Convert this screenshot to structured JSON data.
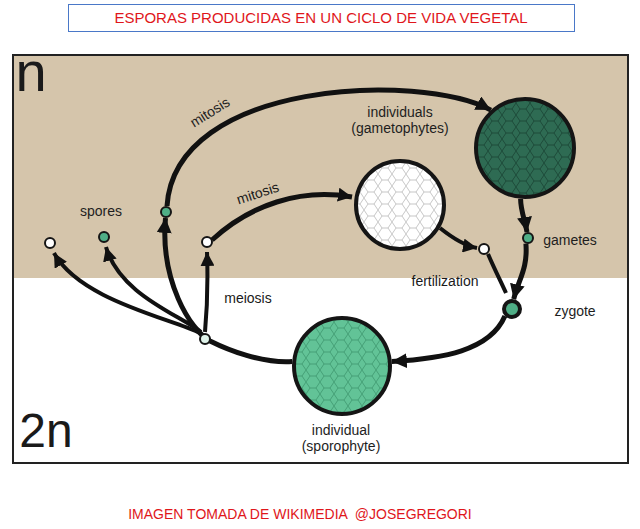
{
  "diagram": {
    "title": "ESPORAS PRODUCIDAS EN UN CICLO DE VIDA VEGETAL",
    "caption": "IMAGEN TOMADA DE WIKIMEDIA  @JOSEGREGORI",
    "nodes": [
      {
        "text": [
          "spores"
        ]
      },
      {
        "text": [
          "individuals (gametophytes)"
        ]
      },
      {
        "text": [
          "gametes"
        ]
      },
      {
        "text": [
          "zygote"
        ]
      },
      {
        "text": [
          "individual (sporophyte)"
        ]
      }
    ],
    "edges": [
      {
        "from": 0,
        "to": 1,
        "label": "mitosis",
        "arrow": "to"
      },
      {
        "from": 1,
        "to": 2,
        "arrow": "to"
      },
      {
        "from": 2,
        "to": 3,
        "arrow": "to"
      },
      {
        "from": 3,
        "to": 4,
        "arrow": "to"
      },
      {
        "from": 4,
        "to": 0,
        "arrow": "to"
      }
    ],
    "labels": [
      "n",
      "2n",
      "mitosis",
      "fertilization",
      "meiosis"
    ]
  }
}
